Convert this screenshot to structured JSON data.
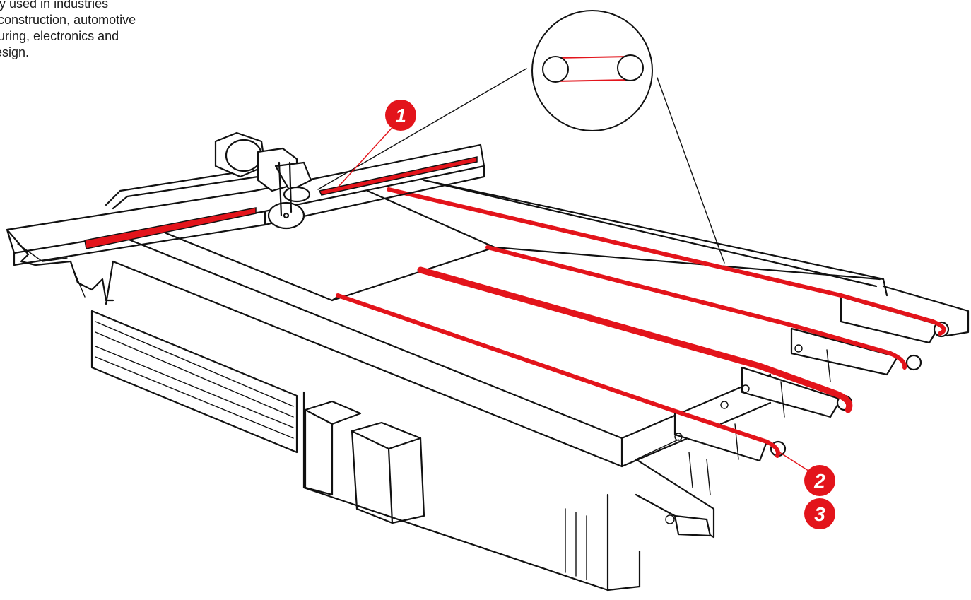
{
  "intro_text": {
    "line1": "widely used in industries",
    "line2": "n as construction, automotive",
    "line3": "ufacturing, electronics and",
    "line4": "ior design."
  },
  "callouts": [
    {
      "label": "1"
    },
    {
      "label": "2"
    },
    {
      "label": "3"
    }
  ],
  "colors": {
    "accent_red": "#e3141b",
    "ink": "#111111",
    "background": "#ffffff"
  },
  "icons": {
    "detail_magnifier": "belt-pulley-detail-icon"
  }
}
